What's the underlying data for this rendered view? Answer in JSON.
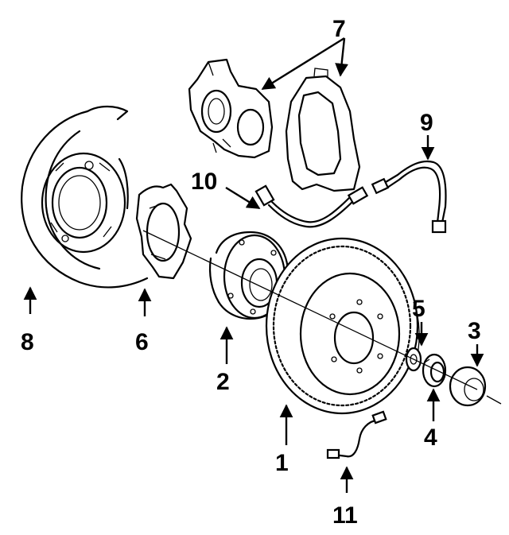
{
  "diagram": {
    "callouts": [
      {
        "id": "1",
        "part": "rotor"
      },
      {
        "id": "2",
        "part": "hub"
      },
      {
        "id": "3",
        "part": "grease-cap"
      },
      {
        "id": "4",
        "part": "nut"
      },
      {
        "id": "5",
        "part": "washer"
      },
      {
        "id": "6",
        "part": "dust-shield"
      },
      {
        "id": "7",
        "part": "caliper"
      },
      {
        "id": "8",
        "part": "backing-plate"
      },
      {
        "id": "9",
        "part": "brake-hose"
      },
      {
        "id": "10",
        "part": "brake-hose"
      },
      {
        "id": "11",
        "part": "brake-line"
      }
    ],
    "colors": {
      "ink": "#000000",
      "paper": "#ffffff"
    }
  }
}
